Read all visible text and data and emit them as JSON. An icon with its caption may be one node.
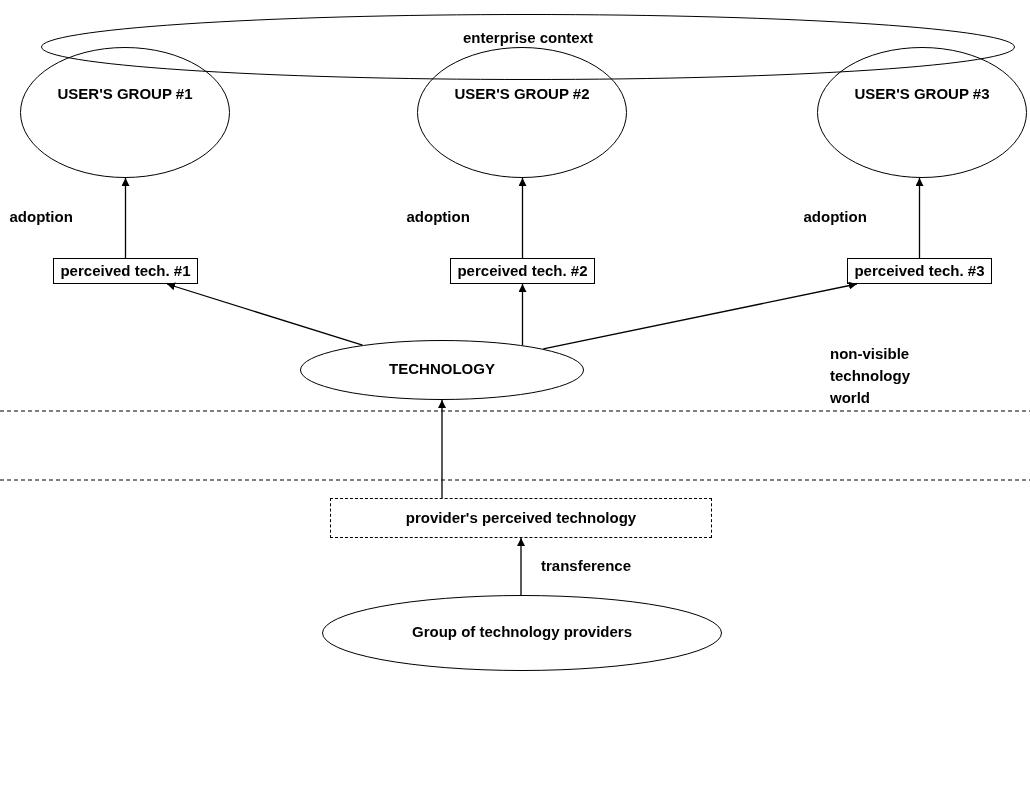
{
  "diagram": {
    "nodes": [
      {
        "text": [
          "enterprise context"
        ]
      },
      {
        "text": [
          "USER'S GROUP #1"
        ]
      },
      {
        "text": [
          "USER'S GROUP #2"
        ]
      },
      {
        "text": [
          "USER'S GROUP #3"
        ]
      },
      {
        "text": [
          "perceived tech. #1"
        ]
      },
      {
        "text": [
          "perceived tech. #2"
        ]
      },
      {
        "text": [
          "perceived tech. #3"
        ]
      },
      {
        "text": [
          "TECHNOLOGY"
        ]
      },
      {
        "text": [
          "provider's perceived technology"
        ]
      },
      {
        "text": [
          "Group of technology providers"
        ]
      }
    ],
    "edges": [
      {
        "from": 4,
        "to": 1,
        "arrow": "to",
        "label": "adoption"
      },
      {
        "from": 5,
        "to": 2,
        "arrow": "to",
        "label": "adoption"
      },
      {
        "from": 6,
        "to": 3,
        "arrow": "to",
        "label": "adoption"
      },
      {
        "from": 7,
        "to": 4,
        "arrow": "to"
      },
      {
        "from": 7,
        "to": 5,
        "arrow": "to"
      },
      {
        "from": 7,
        "to": 6,
        "arrow": "to"
      },
      {
        "from": 8,
        "to": 7,
        "arrow": "to"
      },
      {
        "from": 9,
        "to": 8,
        "arrow": "to",
        "label": "transference"
      }
    ],
    "labels": [
      "non-visible technology world"
    ]
  }
}
